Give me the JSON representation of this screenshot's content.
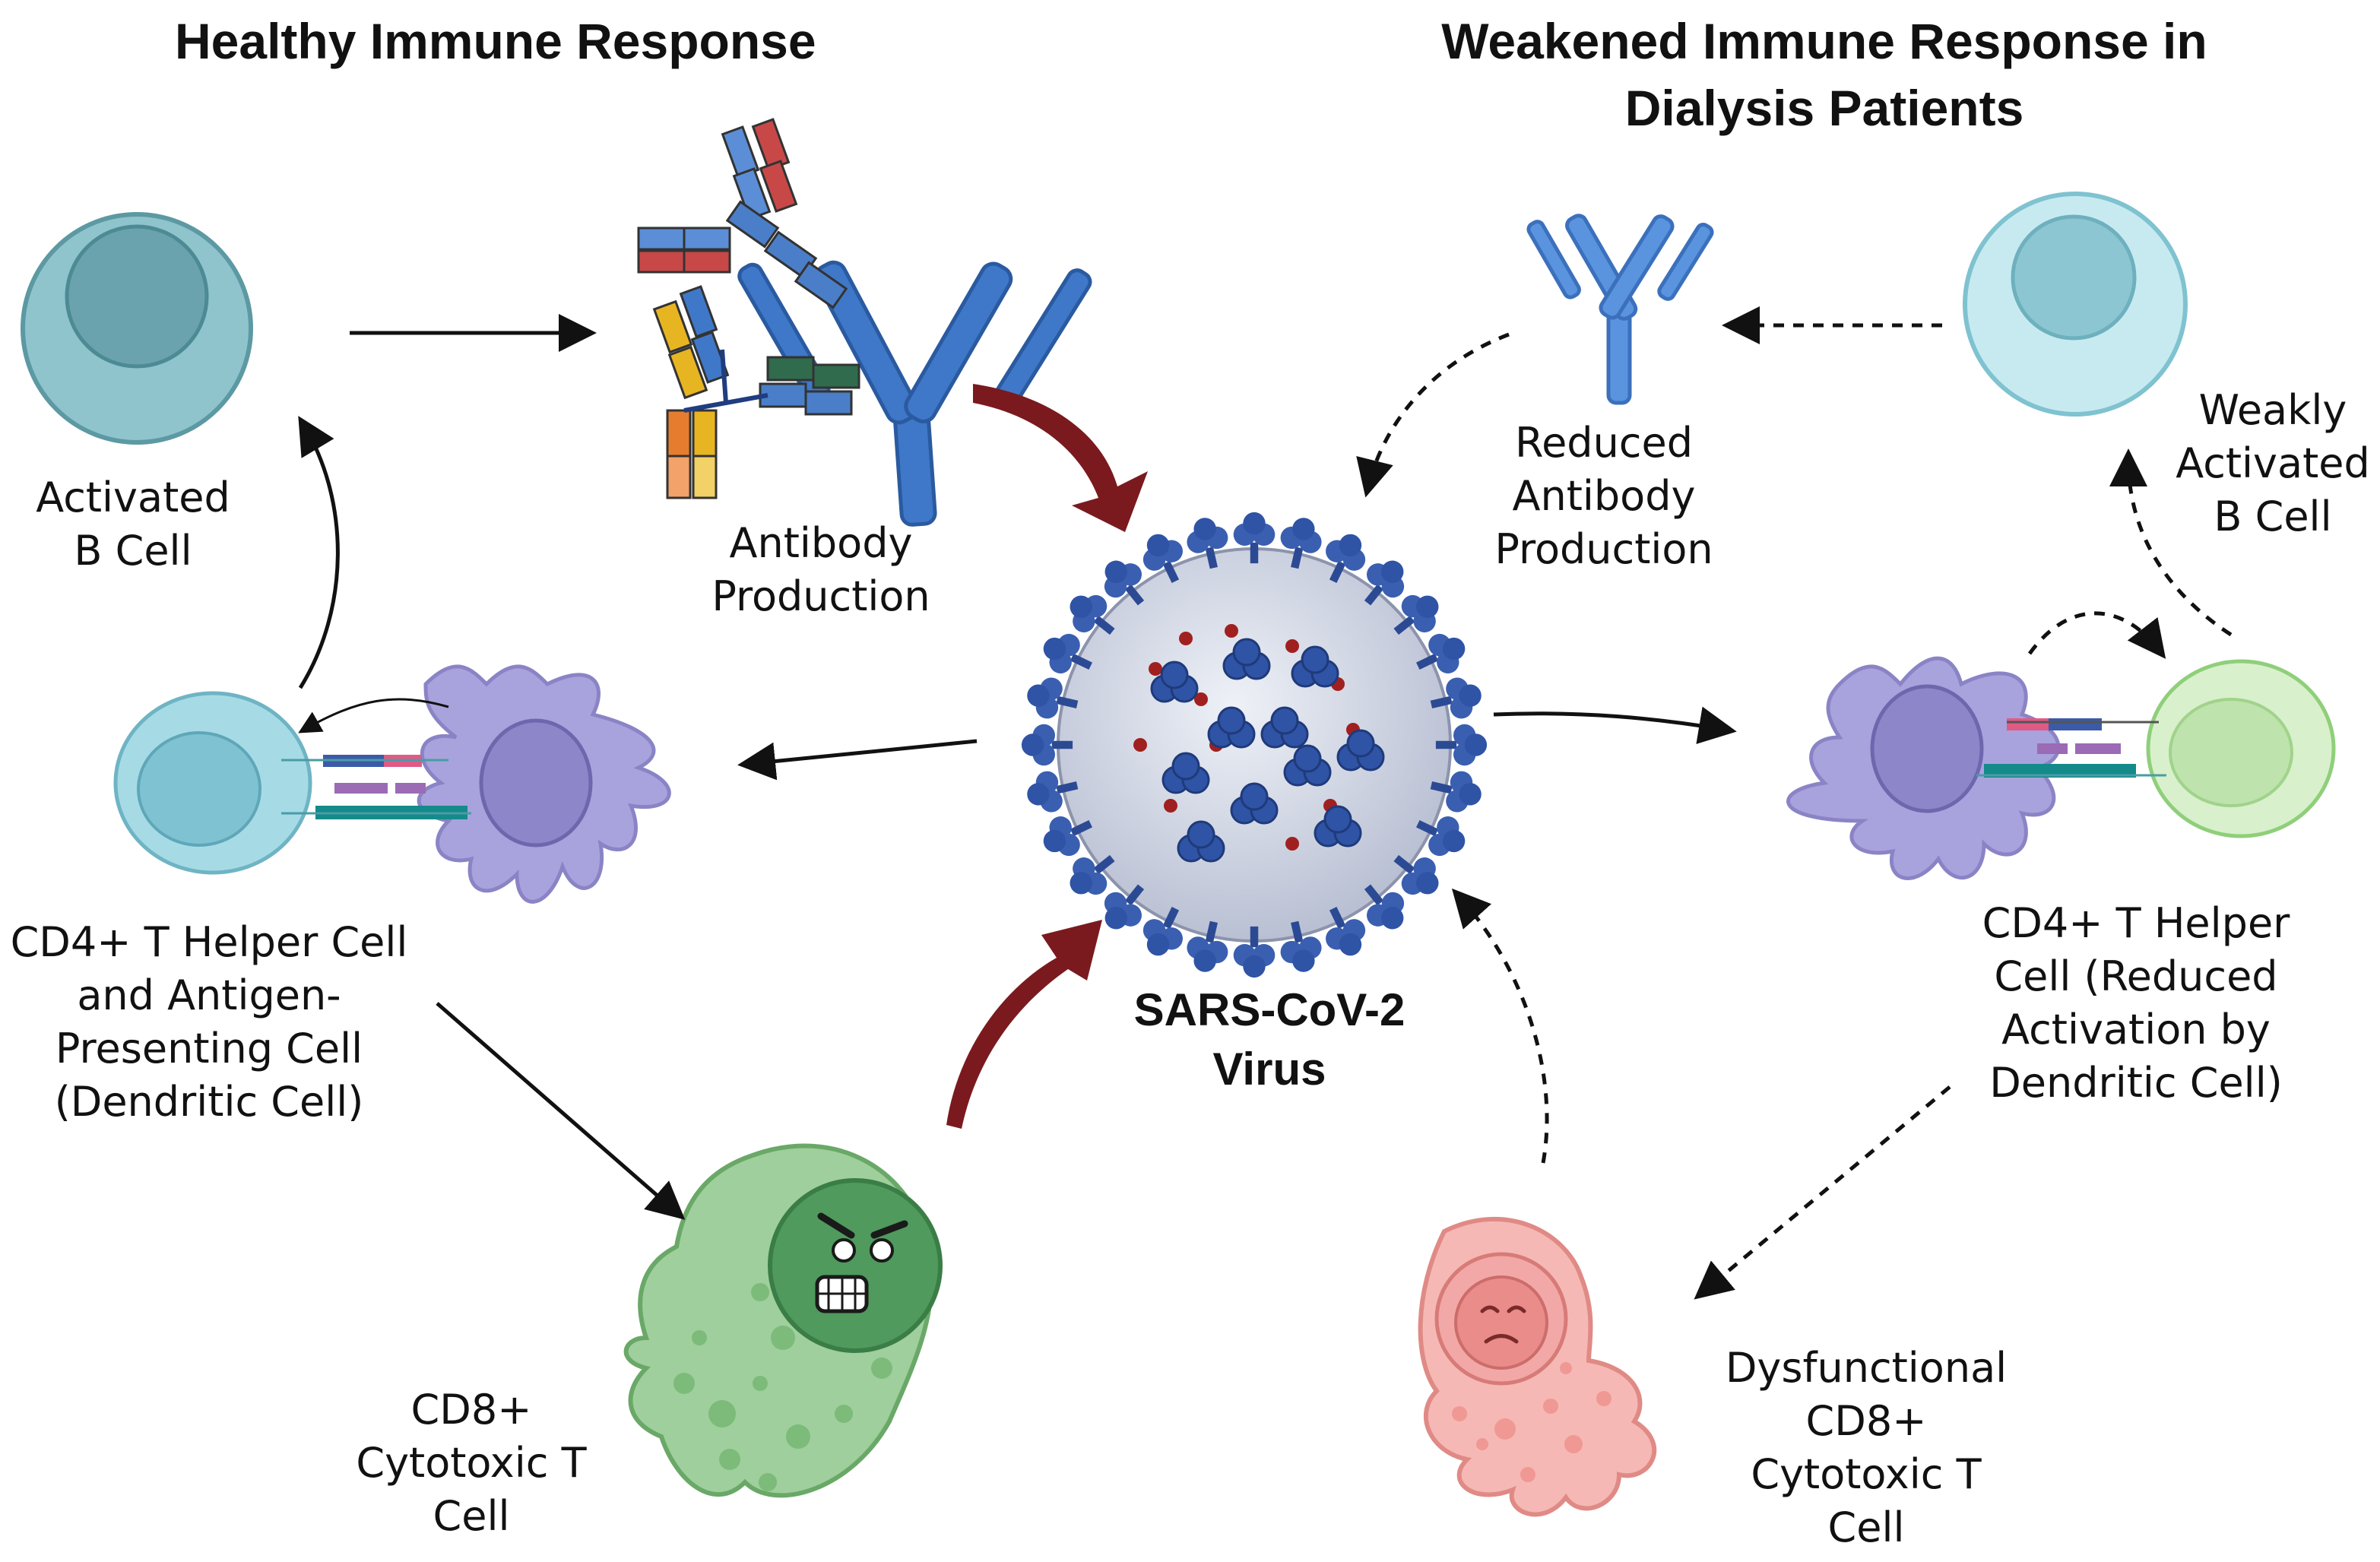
{
  "titles": {
    "healthy": "Healthy Immune Response",
    "weakened": [
      "Weakened Immune Response in",
      "Dialysis Patients"
    ]
  },
  "labels": {
    "activated_b_cell": [
      "Activated",
      "B Cell"
    ],
    "antibody_production": [
      "Antibody",
      "Production"
    ],
    "cd4_healthy": [
      "CD4+ T Helper Cell",
      "and Antigen-",
      "Presenting Cell",
      "(Dendritic Cell)"
    ],
    "cd8_healthy": [
      "CD8+",
      "Cytotoxic T",
      "Cell"
    ],
    "virus": [
      "SARS-CoV-2",
      "Virus"
    ],
    "reduced_antibody": [
      "Reduced",
      "Antibody",
      "Production"
    ],
    "weak_b_cell": [
      "Weakly",
      "Activated",
      "B Cell"
    ],
    "cd4_reduced": [
      "CD4+ T Helper",
      "Cell (Reduced",
      "Activation by",
      "Dendritic Cell)"
    ],
    "cd8_dysfunctional": [
      "Dysfunctional",
      "CD8+",
      "Cytotoxic T",
      "Cell"
    ]
  },
  "icons": [
    "b-cell-icon",
    "antibody-icon",
    "dendritic-cell-icon",
    "t-helper-cell-icon",
    "cytotoxic-t-cell-icon",
    "virus-icon"
  ],
  "colors": {
    "b_cell_healthy": "#8fc4cc",
    "b_cell_weak": "#c7eaf1",
    "antibody_blue": "#3f78c8",
    "dendritic": "#a8a3dc",
    "t_helper_healthy": "#a6dbe6",
    "t_helper_reduced": "#d9f0cc",
    "cd8_healthy": "#9fcf9c",
    "cd8_dysfunctional": "#f5b8b5",
    "virus_body": "#d6dbe8",
    "virus_spike": "#2f4f9a",
    "red_arrow": "#7a1a1e",
    "arrow": "#111111"
  }
}
